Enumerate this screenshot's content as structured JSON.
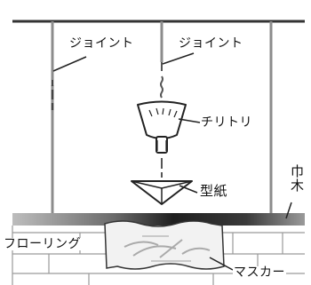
{
  "labels": {
    "joint_left": "ジョイント",
    "joint_right": "ジョイント",
    "dustpan": "チリトリ",
    "pattern": "型紙",
    "baseboard_char1": "巾",
    "baseboard_char2": "木",
    "flooring": "フローリング",
    "masking": "マスカー"
  },
  "colors": {
    "line": "#333333",
    "baseboard_dark": "#222222",
    "baseboard_light": "#bdbdbd",
    "floor_lines": "#9a9a9a",
    "masking_fill": "#f0f0f0"
  },
  "icons": [
    "dustpan-icon",
    "funnel-triangle-icon"
  ]
}
